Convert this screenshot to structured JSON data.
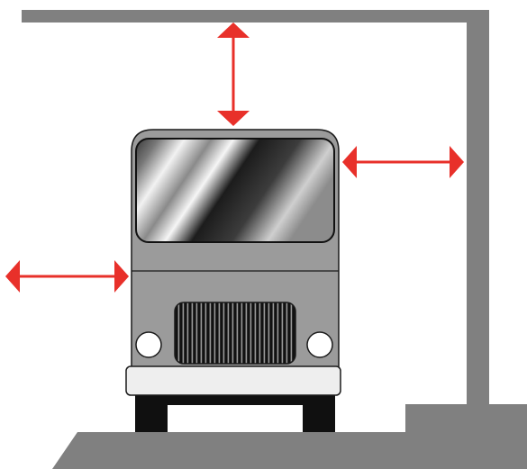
{
  "scene": {
    "colors": {
      "structure": "#808080",
      "vehicle_body": "#9b9b9b",
      "vehicle_outline": "#1a1a1a",
      "arrow": "#e8302a",
      "wheel": "#101010",
      "bumper": "#eeeeee",
      "headlight": "#ffffff"
    },
    "elements": {
      "overhead_beam": "overhead-beam",
      "side_wall": "side-wall",
      "ground": "ground-ramp",
      "vehicle": "bus-front-view",
      "arrows": [
        "clearance-arrow-top",
        "clearance-arrow-right",
        "clearance-arrow-left"
      ]
    }
  }
}
